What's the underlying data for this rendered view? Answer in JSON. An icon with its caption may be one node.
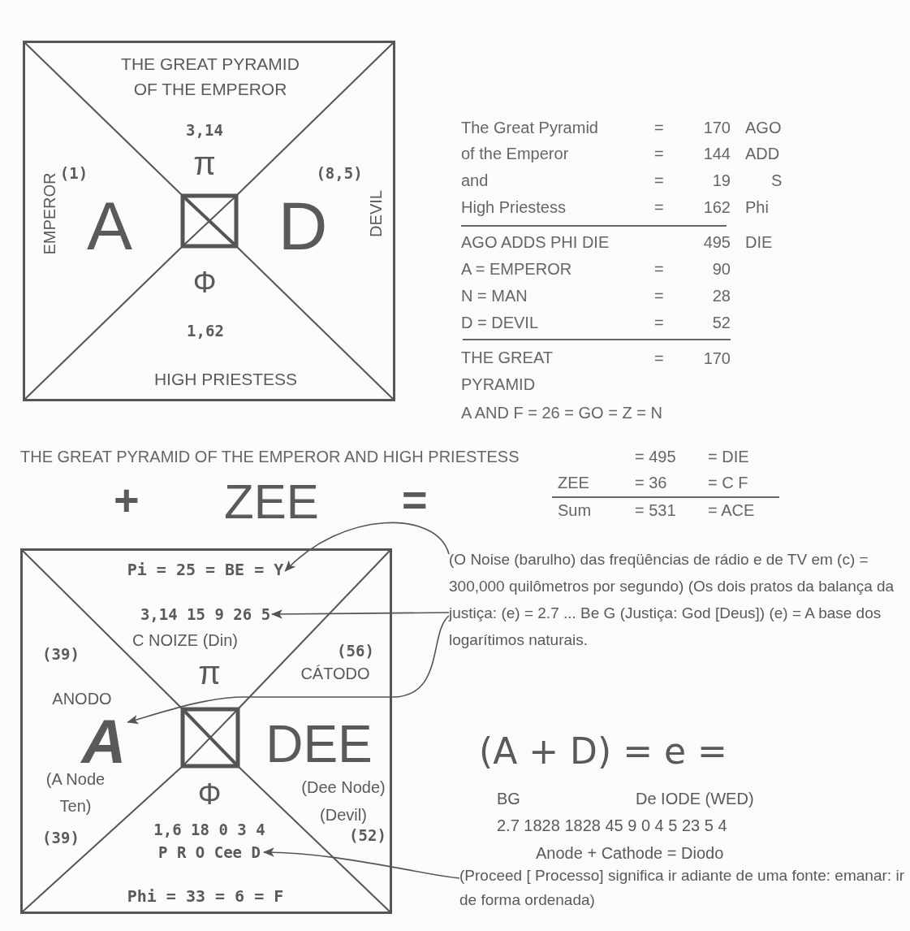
{
  "diagram": {
    "nodes": [
      {
        "text": [
          "THE GREAT PYRAMID OF THE EMPEROR",
          "3,14",
          "π",
          "(1)",
          "(8,5)",
          "EMPEROR",
          "A",
          "D",
          "DEVIL",
          "Φ",
          "1,62",
          "HIGH PRIESTESS"
        ]
      },
      {
        "text": [
          "C NOIZE (Din)",
          "(39)",
          "(56)",
          "CÁTODO",
          "π",
          "ANODO",
          "DEE",
          "(A Node Ten)",
          "(Dee Node)",
          "(Devil)",
          "Φ",
          "1,6 18 0 3 4",
          "(39)",
          "(52)",
          "Phi = 33 = 6 = F"
        ]
      },
      {
        "text": [
          "Pi = 25 = BE = Y"
        ],
        "in": 1
      },
      {
        "text": [
          "3,14 15 9 26 5"
        ],
        "in": 1
      },
      {
        "text": [
          "A"
        ],
        "in": 1
      },
      {
        "text": [
          "P R O Cee D"
        ],
        "in": 1
      },
      {
        "text": [
          "(O Noise (barulho) das freqüências de rádio e de TV em (c) = 300,000 quilômetros por segundo) (Os dois pratos da balança da justiça: (e) = 2.7 ... Be G (Justiça: God [Deus]) (e) = A base dos logarítimos naturais."
        ]
      },
      {
        "text": [
          "(Proceed [ Processo] significa ir adiante de uma fonte: emanar: ir de forma ordenada)"
        ]
      }
    ],
    "edges": [
      {
        "from": 6,
        "to": 2,
        "arrow": "to"
      },
      {
        "from": 6,
        "to": 3,
        "arrow": "to"
      },
      {
        "from": 6,
        "to": 4,
        "arrow": "to"
      },
      {
        "from": 7,
        "to": 5,
        "arrow": "to"
      }
    ],
    "labels": [
      "The Great Pyramid",
      "=",
      "170",
      "AGO",
      "of the Emperor",
      "=",
      "144",
      "ADD",
      "and",
      "=",
      "19",
      "S",
      "High Priestess",
      "=",
      "162",
      "Phi",
      "AGO ADDS PHI DIE",
      "495",
      "DIE",
      "A = EMPEROR",
      "=",
      "90",
      "N = MAN",
      "=",
      "28",
      "D = DEVIL",
      "=",
      "52",
      "THE GREAT PYRAMID",
      "=",
      "170",
      "A AND F = 26 = GO = Z = N",
      "THE GREAT PYRAMID OF THE EMPEROR AND HIGH PRIESTESS",
      "= 495",
      "= DIE",
      "+",
      "ZEE",
      "=",
      "ZEE",
      "= 36",
      "= C F",
      "Sum",
      "= 531",
      "= ACE",
      "(A + D) = e =",
      "BG",
      "De IODE (WED)",
      "2.7 1828 1828 45 9 0 4 5 23 5 4",
      "Anode + Cathode = Diodo"
    ]
  }
}
